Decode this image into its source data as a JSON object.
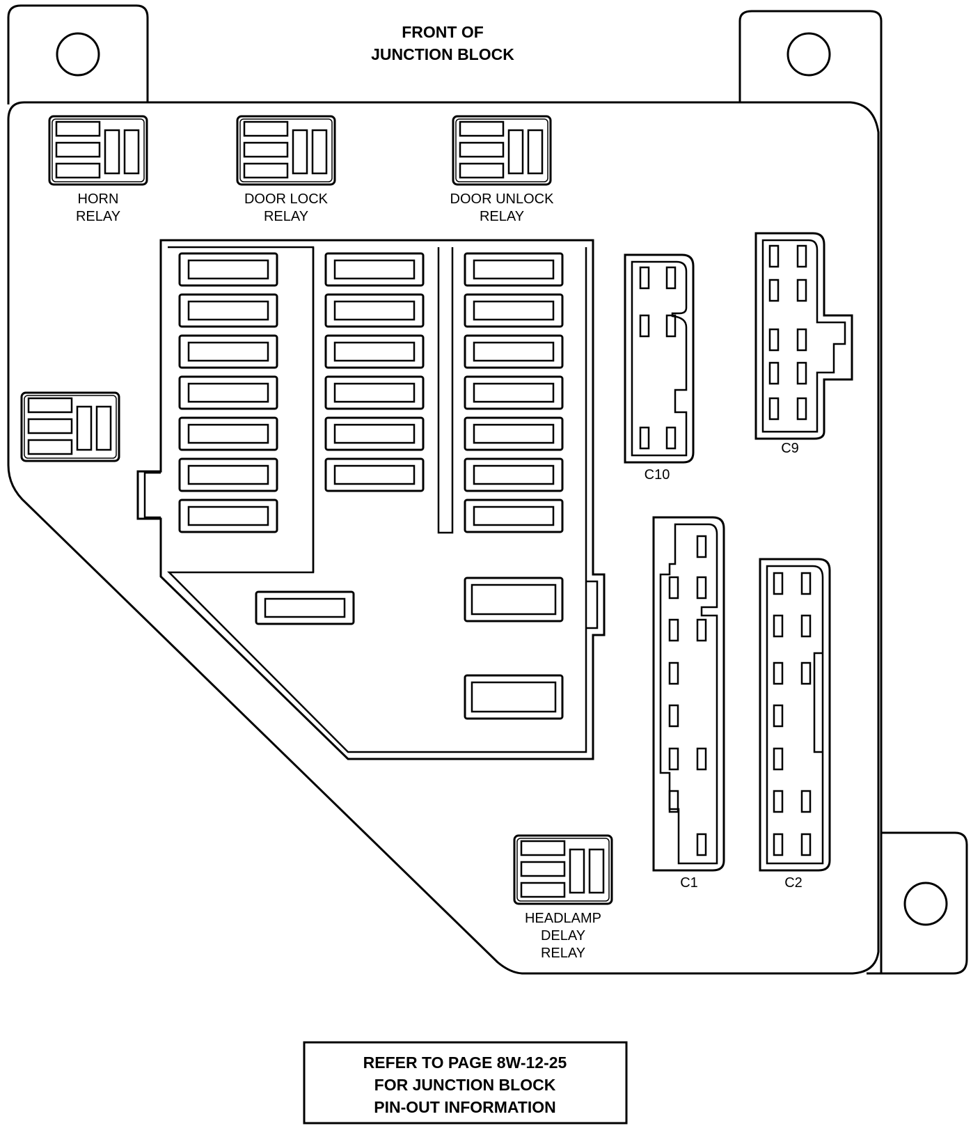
{
  "header": {
    "line1": "FRONT OF",
    "line2": "JUNCTION BLOCK"
  },
  "relays": {
    "horn": {
      "line1": "HORN",
      "line2": "RELAY"
    },
    "door_lock": {
      "line1": "DOOR LOCK",
      "line2": "RELAY"
    },
    "door_unlock": {
      "line1": "DOOR UNLOCK",
      "line2": "RELAY"
    },
    "headlamp_delay": {
      "line1": "HEADLAMP",
      "line2": "DELAY",
      "line3": "RELAY"
    }
  },
  "connectors": {
    "c10": "C10",
    "c9": "C9",
    "c1": "C1",
    "c2": "C2"
  },
  "note": {
    "line1": "REFER TO PAGE 8W-12-25",
    "line2": "FOR JUNCTION BLOCK",
    "line3": "PIN-OUT INFORMATION"
  }
}
